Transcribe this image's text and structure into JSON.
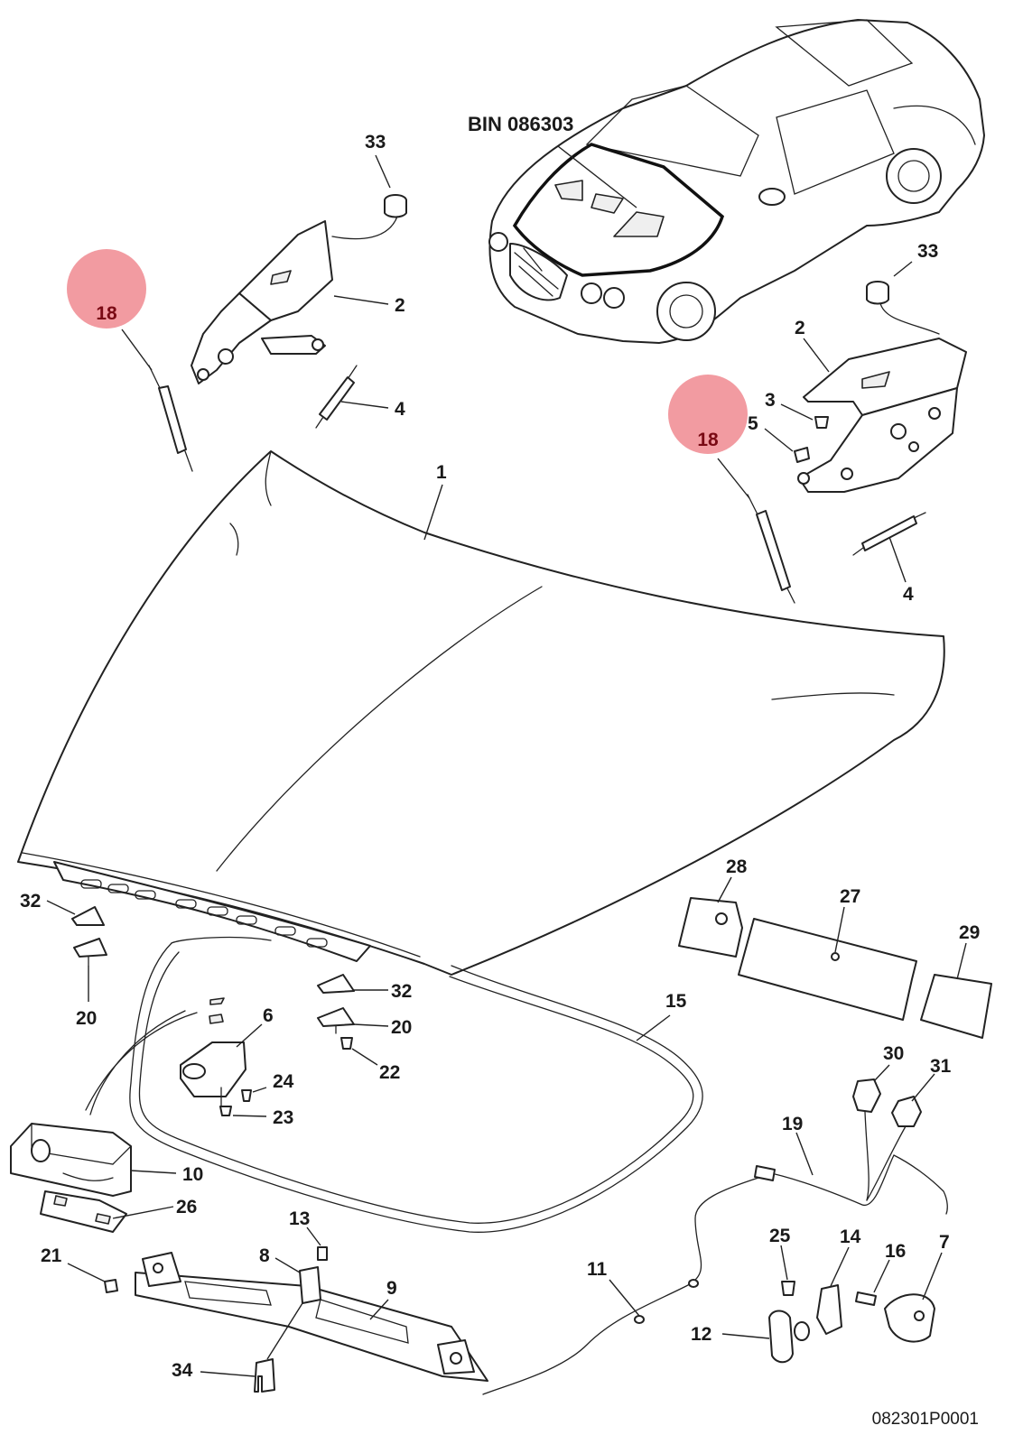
{
  "diagram": {
    "bin_label": "BIN 086303",
    "reference_code": "082301P0001",
    "highlight_color": "#f08a90",
    "callouts": {
      "c1": "1",
      "c2a": "2",
      "c2b": "2",
      "c3": "3",
      "c4a": "4",
      "c4b": "4",
      "c5": "5",
      "c6": "6",
      "c7": "7",
      "c8": "8",
      "c9": "9",
      "c10": "10",
      "c11": "11",
      "c12": "12",
      "c13": "13",
      "c14": "14",
      "c15": "15",
      "c16": "16",
      "c19": "19",
      "c20a": "20",
      "c20b": "20",
      "c21": "21",
      "c22": "22",
      "c23": "23",
      "c24": "24",
      "c25": "25",
      "c26": "26",
      "c27": "27",
      "c28": "28",
      "c29": "29",
      "c30": "30",
      "c31": "31",
      "c32a": "32",
      "c32b": "32",
      "c33a": "33",
      "c33b": "33",
      "c34": "34"
    },
    "highlighted": {
      "h18a": "18",
      "h18b": "18"
    }
  }
}
